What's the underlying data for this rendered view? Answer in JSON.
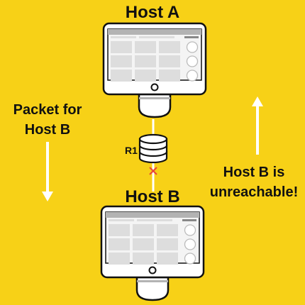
{
  "colors": {
    "background": "#F7D117",
    "outline": "#111111",
    "screen_fill": "#FFFFFF",
    "toolbar": "#B3B3B3",
    "cell": "#DDDDDD",
    "arrow": "#FFFFFF",
    "broken_link": "#E8463A"
  },
  "icons": {
    "host_a": "desktop-computer-icon",
    "host_b": "desktop-computer-icon",
    "router": "router-database-icon",
    "link_down": "x-mark-icon",
    "down_arrow": "arrow-down-icon",
    "up_arrow": "arrow-up-icon"
  },
  "hosts": {
    "a": {
      "label": "Host A"
    },
    "b": {
      "label": "Host B"
    }
  },
  "router": {
    "label": "R1"
  },
  "packet_note": {
    "line1": "Packet for",
    "line2": "Host B"
  },
  "status_note": {
    "line1": "Host B is",
    "line2": "unreachable!"
  }
}
